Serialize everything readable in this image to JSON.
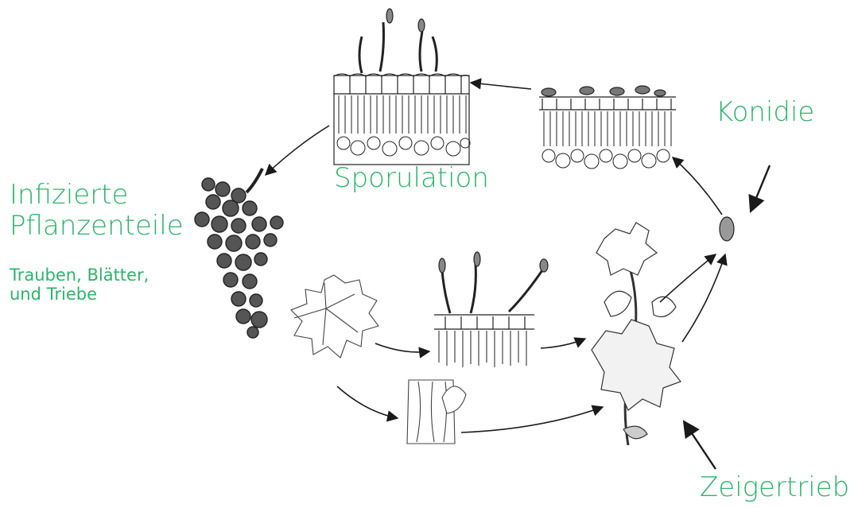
{
  "labels": {
    "infected_line1": "Infizierte",
    "infected_line2": "Pflanzenteile",
    "parts_line1": "Trauben, Blätter,",
    "parts_line2": "und Triebe",
    "sporulation": "Sporulation",
    "conidium": "Konidie",
    "flag_shoot": "Zeigertrieb"
  },
  "colors": {
    "label_green": "#2db36b",
    "ink": "#1a1a1a"
  }
}
